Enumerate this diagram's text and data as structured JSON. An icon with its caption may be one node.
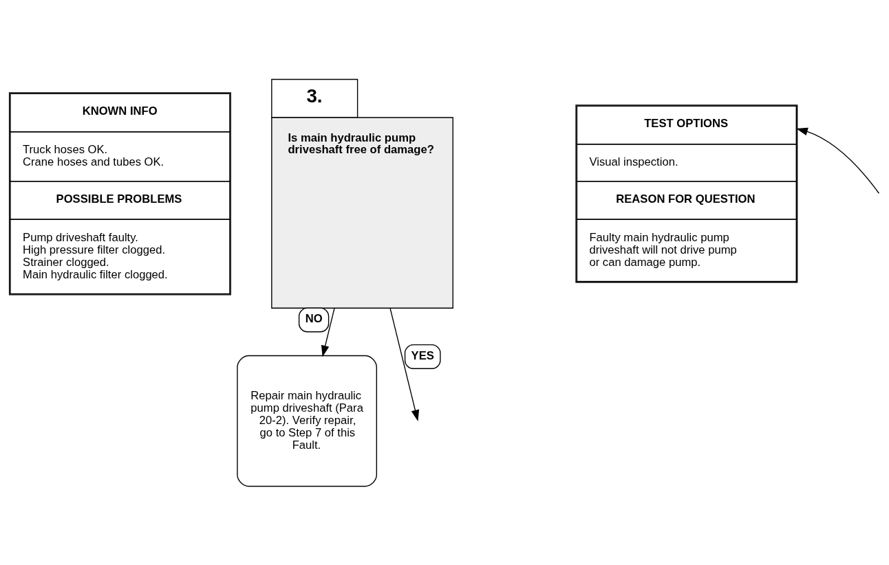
{
  "diagram": {
    "nodes": [
      {
        "text": [
          "KNOWN INFO",
          "Truck hoses OK. Crane hoses and tubes OK.",
          "POSSIBLE PROBLEMS",
          "Pump driveshaft faulty. High pressure filter clogged. Strainer clogged. Main hydraulic filter clogged."
        ]
      },
      {
        "text": [
          "3.",
          "Is main hydraulic pump driveshaft free of damage?"
        ]
      },
      {
        "text": [
          "TEST OPTIONS",
          "Visual inspection.",
          "REASON FOR QUESTION",
          "Faulty main hydraulic pump driveshaft will not drive pump or can damage pump."
        ]
      },
      {
        "text": [
          "Repair main hydraulic pump driveshaft (Para 20-2). Verify repair, go to Step 7 of this Fault."
        ]
      }
    ],
    "edges": [
      {
        "from": 1,
        "to": 3,
        "arrow": "to",
        "label": "NO"
      },
      {
        "from": 1,
        "to": null,
        "arrow": "to",
        "label": "YES"
      },
      {
        "from": null,
        "to": 2,
        "arrow": "to"
      }
    ]
  }
}
